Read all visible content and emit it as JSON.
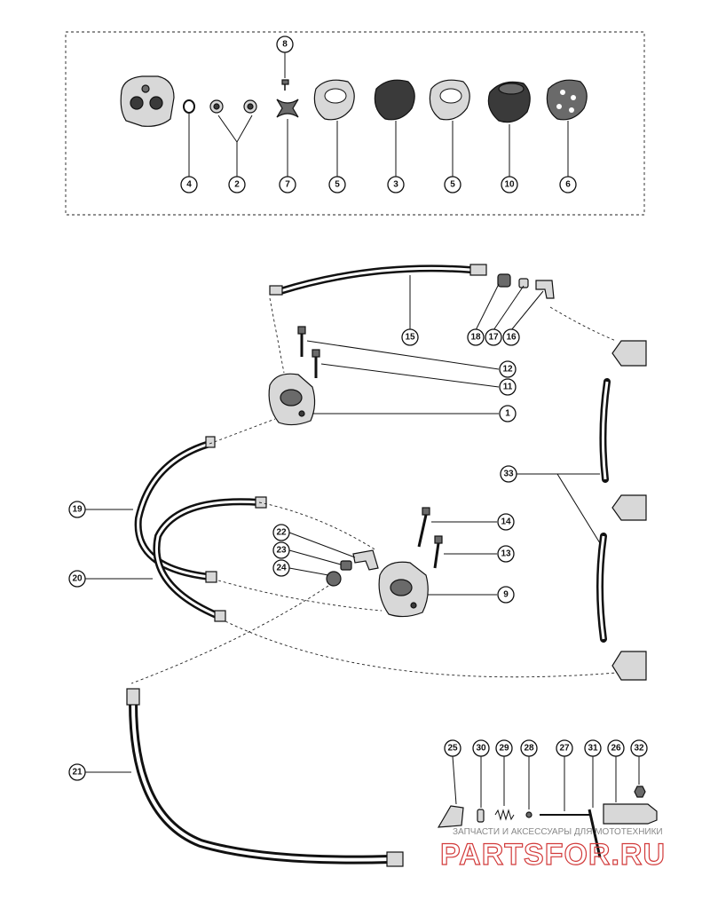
{
  "kit_callouts": [
    "8",
    "4",
    "2",
    "7",
    "5",
    "3",
    "5",
    "10",
    "6"
  ],
  "callouts": [
    "15",
    "18",
    "17",
    "16",
    "12",
    "11",
    "1",
    "33",
    "19",
    "14",
    "22",
    "23",
    "24",
    "13",
    "20",
    "9",
    "21",
    "25",
    "30",
    "29",
    "28",
    "27",
    "31",
    "26",
    "32"
  ],
  "watermark": {
    "line": "ЗАПЧАСТИ И АКСЕССУАРЫ ДЛЯ МОТОТЕХНИКИ",
    "logo": "PARTSFOR.RU"
  }
}
